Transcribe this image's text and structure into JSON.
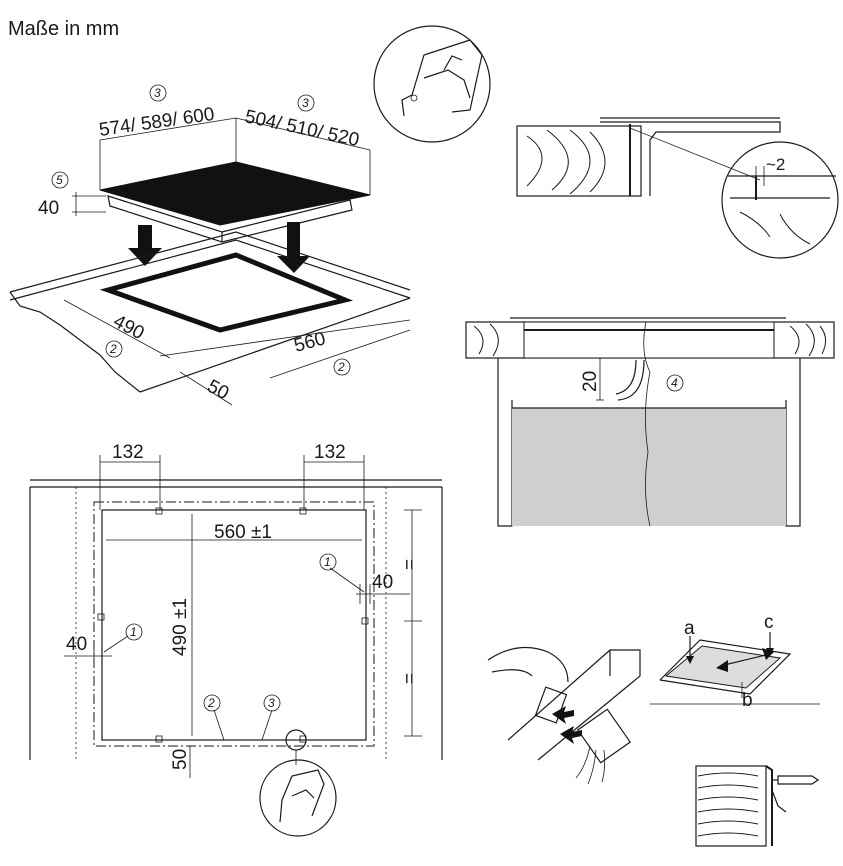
{
  "title": "Maße in mm",
  "top_left": {
    "width_label": "574/ 589/ 600",
    "depth_label": "504/ 510/ 520",
    "height_label": "40",
    "cutout_width": "560",
    "cutout_depth": "490",
    "edge_distance": "50",
    "ref_3a": "3",
    "ref_3b": "3",
    "ref_5": "5",
    "ref_2a": "2",
    "ref_2b": "2"
  },
  "detail_top_right": {
    "gap_label": "~2"
  },
  "section_mid_right": {
    "clearance_label": "20",
    "ref_4": "4"
  },
  "plan": {
    "clip_offset_left": "132",
    "clip_offset_right": "132",
    "width_label": "560 ±1",
    "depth_label": "490 ±1",
    "side_offset_right": "40",
    "side_offset_left": "40",
    "front_offset": "50",
    "equal_top": "=",
    "equal_bottom": "=",
    "ref_1a": "1",
    "ref_1b": "1",
    "ref_2": "2",
    "ref_3": "3"
  },
  "removal": {
    "label_a": "a",
    "label_b": "b",
    "label_c": "c"
  }
}
